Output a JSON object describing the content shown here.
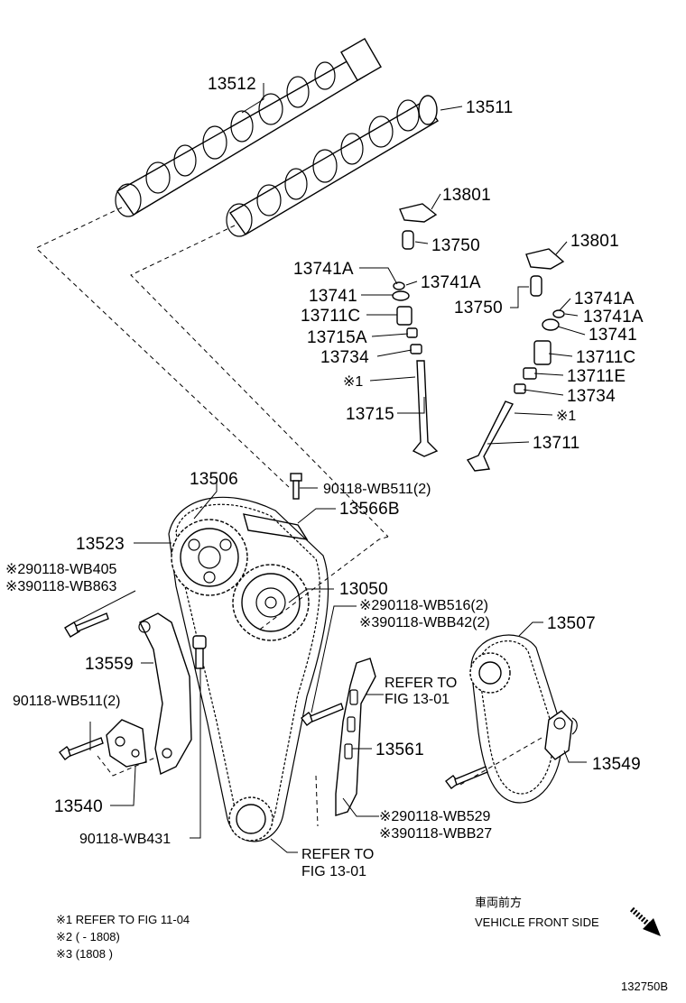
{
  "labels": {
    "p13512": "13512",
    "p13511": "13511",
    "p13801a": "13801",
    "p13750a": "13750",
    "p13801b": "13801",
    "p13741A_l1": "13741A",
    "p13741A_r1": "13741A",
    "p13741_l": "13741",
    "p13711C_l": "13711C",
    "p13715A": "13715A",
    "p13734_l": "13734",
    "mark1_l": "※1",
    "p13715": "13715",
    "p13750b": "13750",
    "p13741A_r2": "13741A",
    "p13741A_r3": "13741A",
    "p13741_r": "13741",
    "p13711C_r": "13711C",
    "p13711E": "13711E",
    "p13734_r": "13734",
    "mark1_r": "※1",
    "p13711": "13711",
    "p13506": "13506",
    "bolt_wb511_top": "90118-WB511(2)",
    "p13566B": "13566B",
    "p13523": "13523",
    "bolt_wb405": "※290118-WB405",
    "bolt_wb863": "※390118-WB863",
    "p13050": "13050",
    "bolt_wb516": "※290118-WB516(2)",
    "bolt_wbb42": "※390118-WBB42(2)",
    "p13507": "13507",
    "p13559": "13559",
    "refer_fig_a1": "REFER TO",
    "refer_fig_a2": "FIG 13-01",
    "bolt_wb511_left": "90118-WB511(2)",
    "p13561": "13561",
    "p13549": "13549",
    "p13540": "13540",
    "bolt_wb529": "※290118-WB529",
    "bolt_wbb27": "※390118-WBB27",
    "bolt_wb431": "90118-WB431",
    "refer_fig_b1": "REFER TO",
    "refer_fig_b2": "FIG 13-01"
  },
  "notes": {
    "note1": "※1  REFER TO FIG 11-04",
    "note2": "※2 (        -  1808)",
    "note3": "※3 (1808        )"
  },
  "front": {
    "jp": "車両前方",
    "en": "VEHICLE FRONT SIDE"
  },
  "figure_id": "132750B"
}
